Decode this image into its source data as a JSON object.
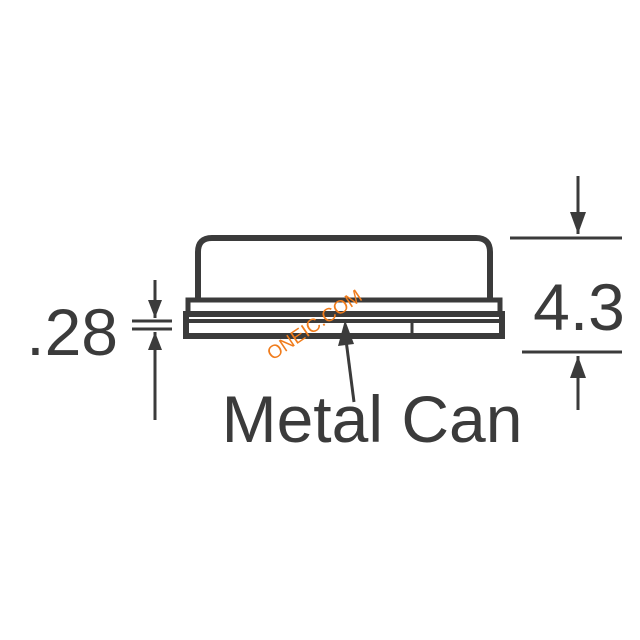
{
  "diagram": {
    "left_dimension": ".28",
    "right_dimension": "4.3",
    "callout_label": "Metal Can",
    "watermark": "ONEIC.COM",
    "colors": {
      "line": "#3b3b3b",
      "text": "#3b3b3b",
      "watermark": "#f07c1c",
      "background": "#ffffff"
    }
  }
}
